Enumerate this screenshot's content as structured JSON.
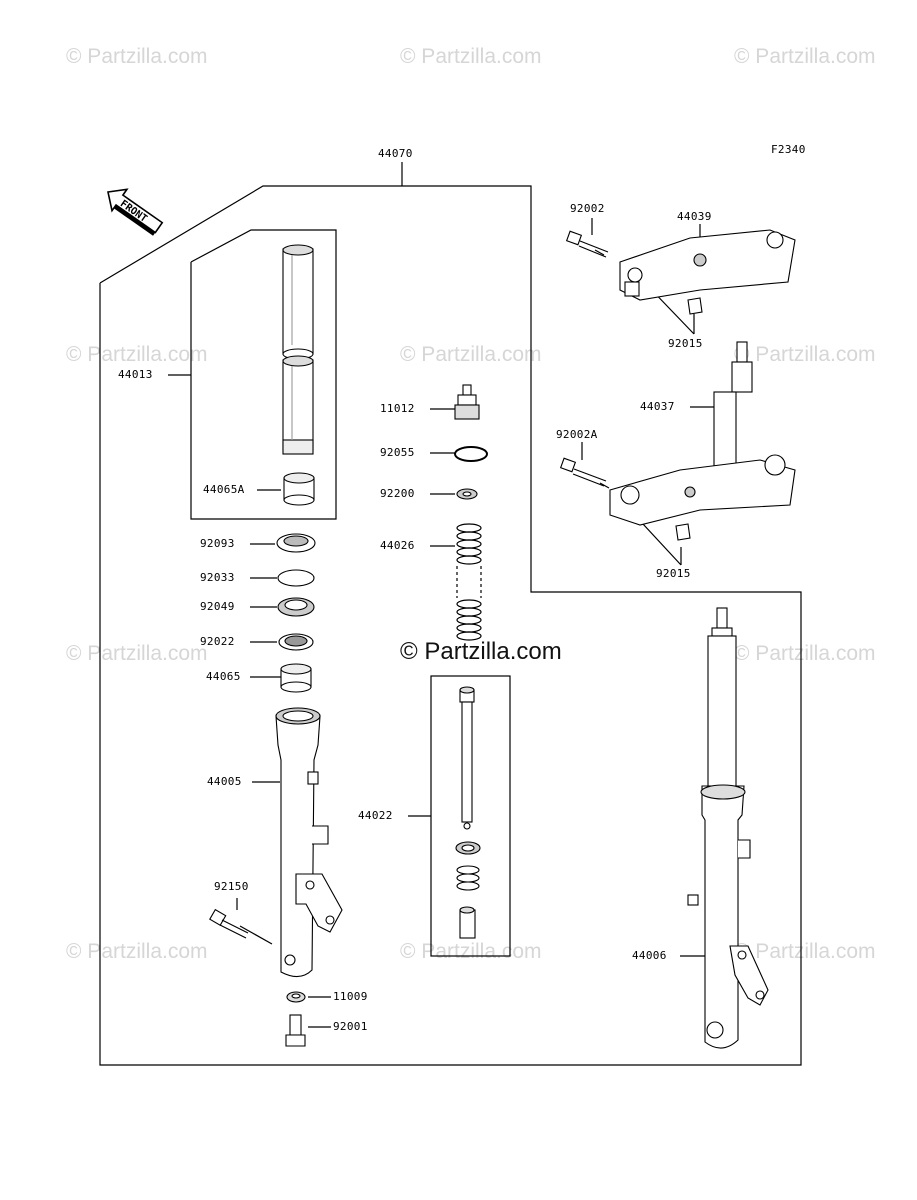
{
  "diagram_code": "F2340",
  "watermark": "© Partzilla.com",
  "watermark_center": "© Partzilla.com",
  "front_label": "FRONT",
  "parts": {
    "p44070": "44070",
    "p44013": "44013",
    "p44065A": "44065A",
    "p92093": "92093",
    "p92033": "92033",
    "p92049": "92049",
    "p92022": "92022",
    "p44065": "44065",
    "p44005": "44005",
    "p92150": "92150",
    "p11009": "11009",
    "p92001": "92001",
    "p11012": "11012",
    "p92055": "92055",
    "p92200": "92200",
    "p44026": "44026",
    "p44022": "44022",
    "p92002": "92002",
    "p44039": "44039",
    "p92015a": "92015",
    "p44037": "44037",
    "p92002A": "92002A",
    "p92015b": "92015",
    "p44006": "44006"
  }
}
